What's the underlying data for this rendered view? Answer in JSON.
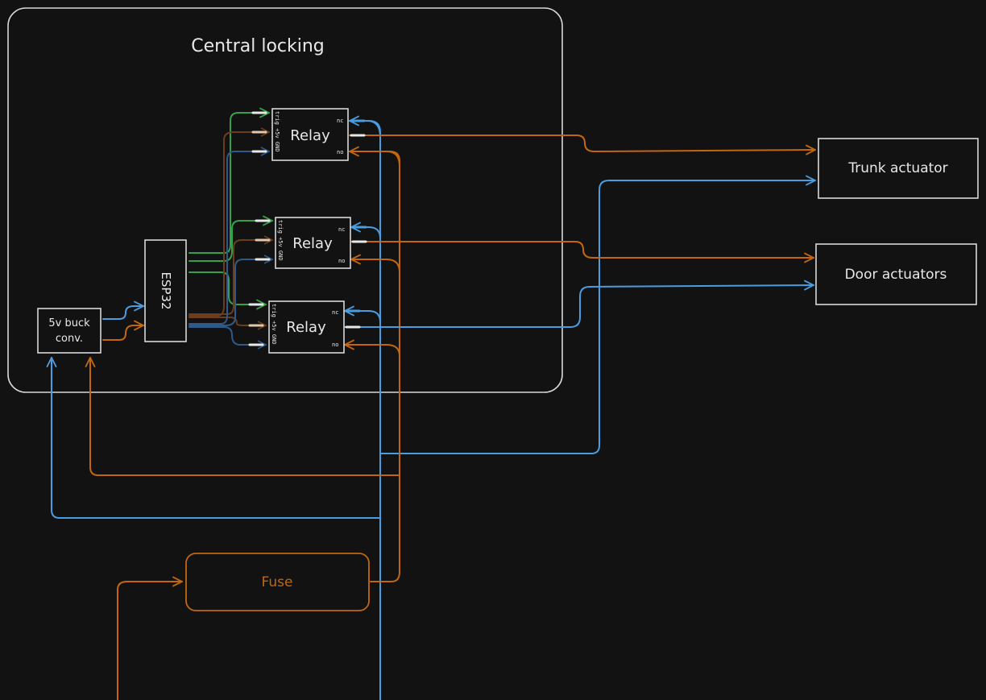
{
  "title": "Central locking",
  "components": {
    "buck": {
      "line1": "5v buck",
      "line2": "conv."
    },
    "esp32": "ESP32",
    "relay": "Relay",
    "relay_pins_left": "trig +5v GND",
    "relay_pin_nc": "nc",
    "relay_pin_no": "no",
    "trunk": "Trunk actuator",
    "door": "Door actuators",
    "fuse": "Fuse"
  },
  "colors": {
    "background": "#121212",
    "outline": "#d8d8d8",
    "orange": "#c2670f",
    "blue": "#4a9ce0",
    "green": "#35a04a",
    "brown": "#6b3d1a",
    "darkblue": "#2e5a8a"
  }
}
